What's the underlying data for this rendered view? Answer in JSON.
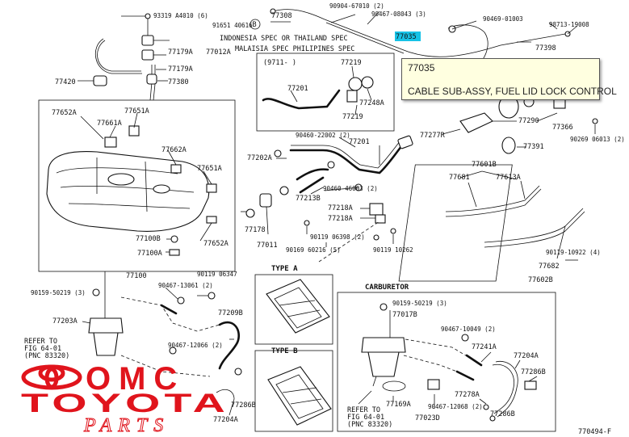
{
  "tooltip": {
    "code": "77035",
    "description": "CABLE SUB-ASSY, FUEL LID LOCK CONTROL"
  },
  "highlight": {
    "code": "77035",
    "color": "#16c2e6"
  },
  "spec_notes": {
    "line1": "INDONESIA SPEC OR THAILAND SPEC",
    "line2": "MALAISIA SPEC PHILIPINES SPEC",
    "inset_date": "(9711-     )"
  },
  "sections": {
    "type_a": "TYPE A",
    "type_b": "TYPE B",
    "carburetor": "CARBURETOR"
  },
  "refer": {
    "left": {
      "line1": "REFER TO",
      "line2": "FIG 64-01",
      "line3": "(PNC 83320)"
    },
    "right": {
      "line1": "REFER TO",
      "line2": "FIG 64-01",
      "line3": "(PNC 83320)"
    }
  },
  "figure_code": "770494-F",
  "circle_b": "B",
  "logo": {
    "line1": "OMC",
    "line2": "TOYOTA",
    "line3": "PARTS"
  },
  "colors": {
    "logo_red": "#e0141c",
    "tooltip_bg": "#ffffe0"
  },
  "labels": [
    {
      "id": "l1",
      "text": "93319 A4010 (6)"
    },
    {
      "id": "l2",
      "text": "91651 40616"
    },
    {
      "id": "l3",
      "text": "77308"
    },
    {
      "id": "l4",
      "text": "90904-67010 (2)"
    },
    {
      "id": "l5",
      "text": "90467-08043 (3)"
    },
    {
      "id": "l6",
      "text": "90469-01003"
    },
    {
      "id": "l7",
      "text": "98713-19008"
    },
    {
      "id": "l8",
      "text": "77398"
    },
    {
      "id": "l9",
      "text": "77179A"
    },
    {
      "id": "l10",
      "text": "77012A"
    },
    {
      "id": "l11",
      "text": "77179A"
    },
    {
      "id": "l12",
      "text": "77420"
    },
    {
      "id": "l13",
      "text": "77380"
    },
    {
      "id": "l14",
      "text": "77219"
    },
    {
      "id": "l15",
      "text": "77201"
    },
    {
      "id": "l16",
      "text": "77248A"
    },
    {
      "id": "l17",
      "text": "77219"
    },
    {
      "id": "l18",
      "text": "77290"
    },
    {
      "id": "l19",
      "text": "77366"
    },
    {
      "id": "l20",
      "text": "77277R"
    },
    {
      "id": "l21",
      "text": "90269 06013 (2)"
    },
    {
      "id": "l22",
      "text": "77391"
    },
    {
      "id": "l23",
      "text": "77652A"
    },
    {
      "id": "l24",
      "text": "77651A"
    },
    {
      "id": "l25",
      "text": "77661A"
    },
    {
      "id": "l26",
      "text": "77662A"
    },
    {
      "id": "l27",
      "text": "77651A"
    },
    {
      "id": "l28",
      "text": "90460-22002 (2)"
    },
    {
      "id": "l29",
      "text": "77201"
    },
    {
      "id": "l30",
      "text": "77202A"
    },
    {
      "id": "l31",
      "text": "77601B"
    },
    {
      "id": "l32",
      "text": "77681"
    },
    {
      "id": "l33",
      "text": "77613A"
    },
    {
      "id": "l34",
      "text": "90460-46003 (2)"
    },
    {
      "id": "l35",
      "text": "77213B"
    },
    {
      "id": "l36",
      "text": "77218A"
    },
    {
      "id": "l37",
      "text": "77218A"
    },
    {
      "id": "l38",
      "text": "77178"
    },
    {
      "id": "l39",
      "text": "90119 06398 (2)"
    },
    {
      "id": "l40",
      "text": "77100B"
    },
    {
      "id": "l41",
      "text": "77652A"
    },
    {
      "id": "l42",
      "text": "77011"
    },
    {
      "id": "l43",
      "text": "90169 60216 (5)"
    },
    {
      "id": "l44",
      "text": "90119 10262"
    },
    {
      "id": "l45",
      "text": "90119-10922 (4)"
    },
    {
      "id": "l46",
      "text": "77682"
    },
    {
      "id": "l47",
      "text": "77602B"
    },
    {
      "id": "l48",
      "text": "77100A"
    },
    {
      "id": "l49",
      "text": "77100"
    },
    {
      "id": "l50",
      "text": "90119 06347"
    },
    {
      "id": "l51",
      "text": "90467-13061 (2)"
    },
    {
      "id": "l52",
      "text": "90159-50219 (3)"
    },
    {
      "id": "l53",
      "text": "77209B"
    },
    {
      "id": "l54",
      "text": "77203A"
    },
    {
      "id": "l55",
      "text": "90467-12066 (2)"
    },
    {
      "id": "l56",
      "text": "77286B"
    },
    {
      "id": "l57",
      "text": "77204A"
    },
    {
      "id": "l58",
      "text": "90159-50219 (3)"
    },
    {
      "id": "l59",
      "text": "77017B"
    },
    {
      "id": "l60",
      "text": "90467-10049 (2)"
    },
    {
      "id": "l61",
      "text": "77241A"
    },
    {
      "id": "l62",
      "text": "77204A"
    },
    {
      "id": "l63",
      "text": "77286B"
    },
    {
      "id": "l64",
      "text": "77278A"
    },
    {
      "id": "l65",
      "text": "77169A"
    },
    {
      "id": "l66",
      "text": "90467-12068 (2)"
    },
    {
      "id": "l67",
      "text": "77023D"
    },
    {
      "id": "l68",
      "text": "77286B"
    }
  ]
}
